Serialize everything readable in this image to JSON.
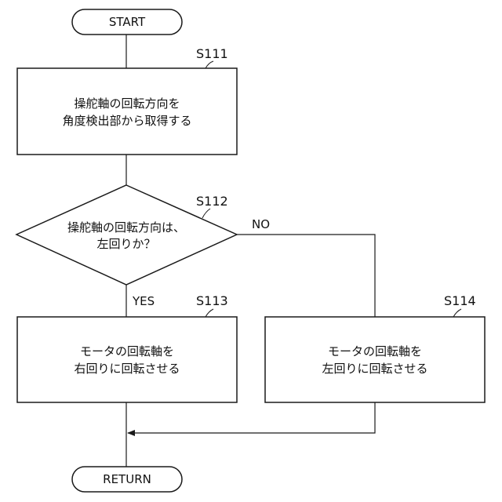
{
  "terminals": {
    "start": "START",
    "return": "RETURN"
  },
  "steps": {
    "s111": {
      "id": "S111",
      "lines": [
        "操舵軸の回転方向を",
        "角度検出部から取得する"
      ]
    },
    "s112": {
      "id": "S112",
      "lines": [
        "操舵軸の回転方向は、",
        "左回りか？"
      ]
    },
    "s113": {
      "id": "S113",
      "lines": [
        "モータの回転軸を",
        "右回りに回転させる"
      ]
    },
    "s114": {
      "id": "S114",
      "lines": [
        "モータの回転軸を",
        "左回りに回転させる"
      ]
    }
  },
  "branches": {
    "yes": "YES",
    "no": "NO"
  }
}
